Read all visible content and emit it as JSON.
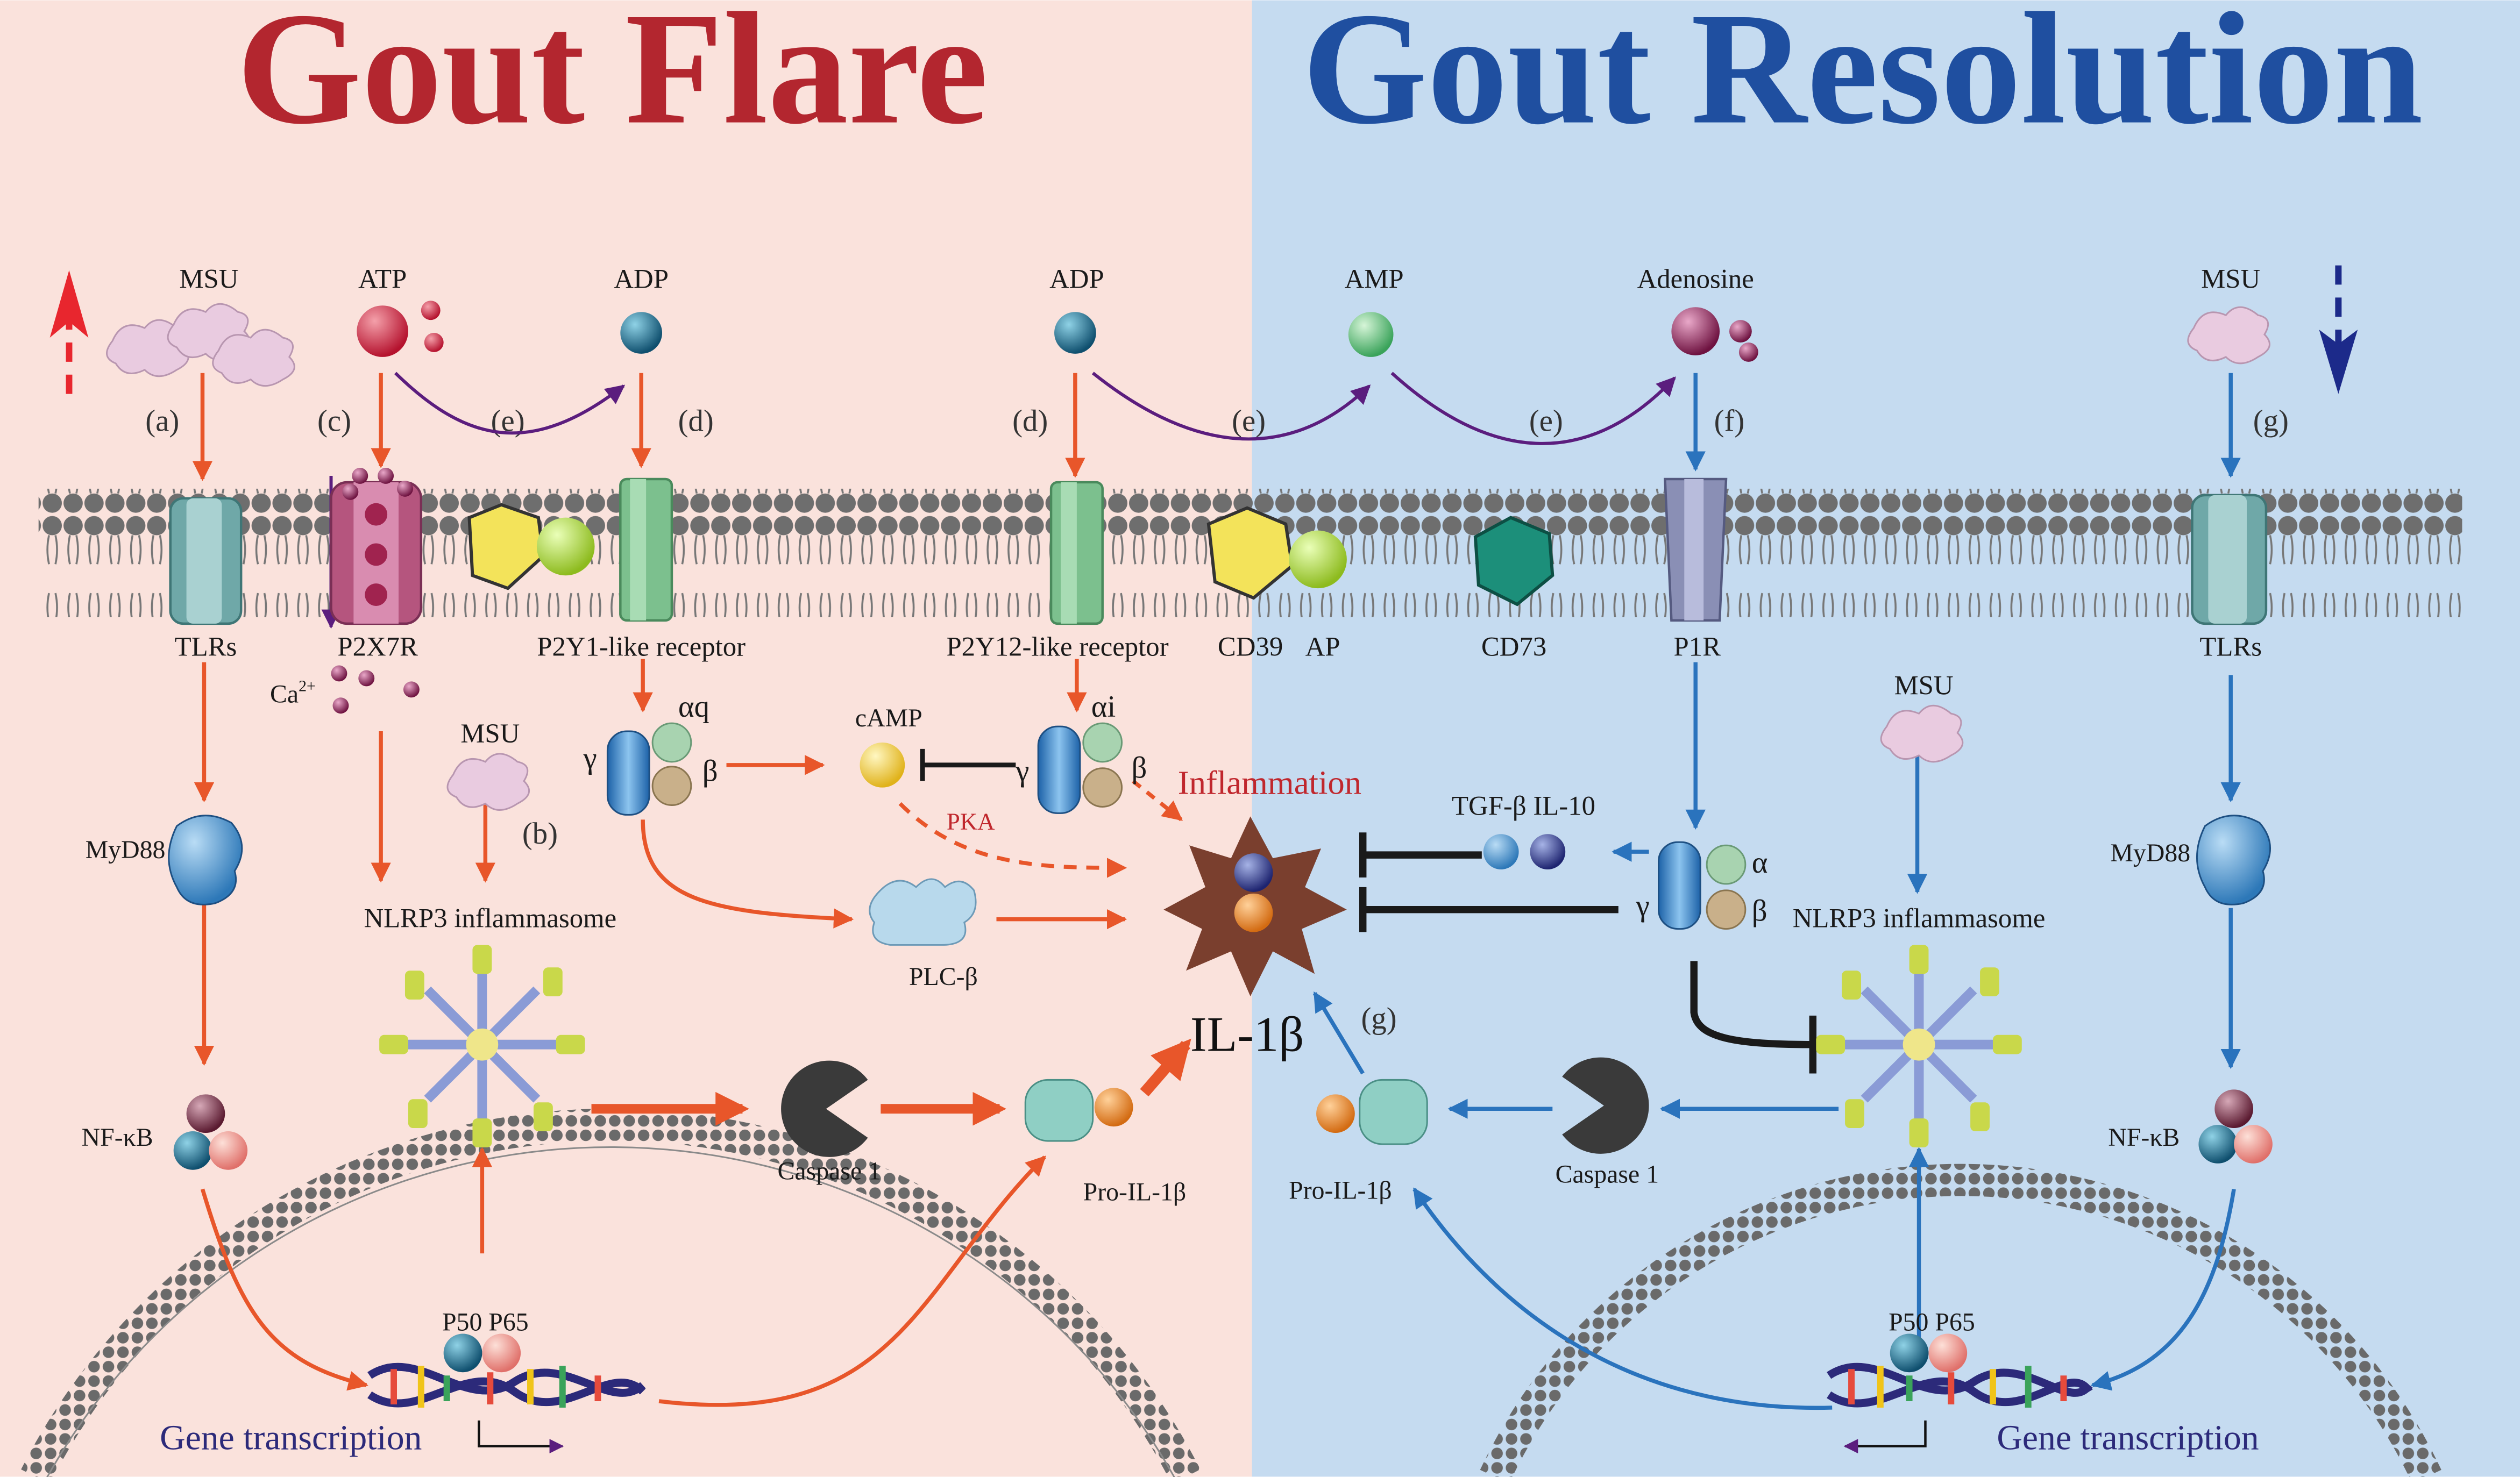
{
  "titles": {
    "flare": "Gout Flare",
    "resolution": "Gout Resolution"
  },
  "colors": {
    "flare_bg": "#fae2dc",
    "resolution_bg": "#c5dbf0",
    "flare_arrow": "#e8562a",
    "resolution_arrow": "#2a73bd",
    "hydrolysis_arrow": "#5b1d7e",
    "title_flare": "#b3262f",
    "title_resolution": "#1f4fa0"
  },
  "labels": {
    "msu": "MSU",
    "atp": "ATP",
    "adp": "ADP",
    "amp": "AMP",
    "adenosine": "Adenosine",
    "tlrs": "TLRs",
    "p2x7r": "P2X7R",
    "p2y1": "P2Y1-like receptor",
    "p2y12": "P2Y12-like receptor",
    "cd39": "CD39",
    "ap": "AP",
    "cd73": "CD73",
    "p1r": "P1R",
    "ca": "Ca",
    "ca_sup": "2+",
    "myd88": "MyD88",
    "nfkb": "NF-κB",
    "nlrp3": "NLRP3  inflammasome",
    "camp": "cAMP",
    "pka": "PKA",
    "plcb": "PLC-β",
    "inflammation": "Inflammation",
    "il1b": "IL-1β",
    "tgfb_il10": "TGF-β IL-10",
    "caspase1": "Caspase 1",
    "pro_il1b": "Pro-IL-1β",
    "p50p65": "P50 P65",
    "gene_transcription": "Gene transcription",
    "alpha_q": "αq",
    "alpha_i": "αi",
    "alpha": "α",
    "beta": "β",
    "gamma": "γ"
  },
  "letters": {
    "a": "(a)",
    "b": "(b)",
    "c": "(c)",
    "d": "(d)",
    "e": "(e)",
    "f": "(f)",
    "g": "(g)"
  },
  "icons": {
    "flare_trend": "dashed-up-arrow-icon",
    "resolution_trend": "dashed-down-arrow-icon",
    "membrane": "lipid-bilayer",
    "nucleus": "nuclear-envelope",
    "dna": "dna-helix-icon",
    "inflammasome": "nlrp3-inflammasome-icon",
    "caspase": "caspase-pacman-icon"
  }
}
